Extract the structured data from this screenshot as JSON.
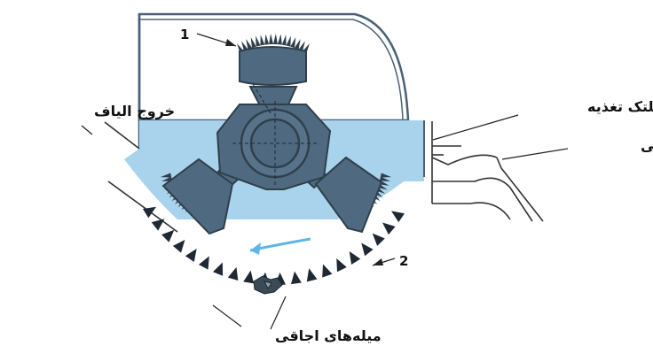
{
  "labels": {
    "fiber_outlet": "خروج الیاف",
    "feed_roller": "غلتک تغذیه",
    "piano_pedal": "پدال پیانویی",
    "grate_bars": "میله‌های اجاقی",
    "part_1": "1",
    "part_2": "2"
  },
  "colors": {
    "housing_fill": "#ffffff",
    "housing_stroke": "#4b6076",
    "chamber_blue": "#a9d3ec",
    "beater": "#4f6a80",
    "beater_dark": "#2f3f4c",
    "teeth": "#1f2833",
    "rotation_arrow": "#5fb6e6",
    "leader_line": "#222222"
  },
  "icons": {
    "beater": "three-arm-opener-beater",
    "rotation": "curved-rotation-arrow",
    "debris": "trash-particle"
  }
}
